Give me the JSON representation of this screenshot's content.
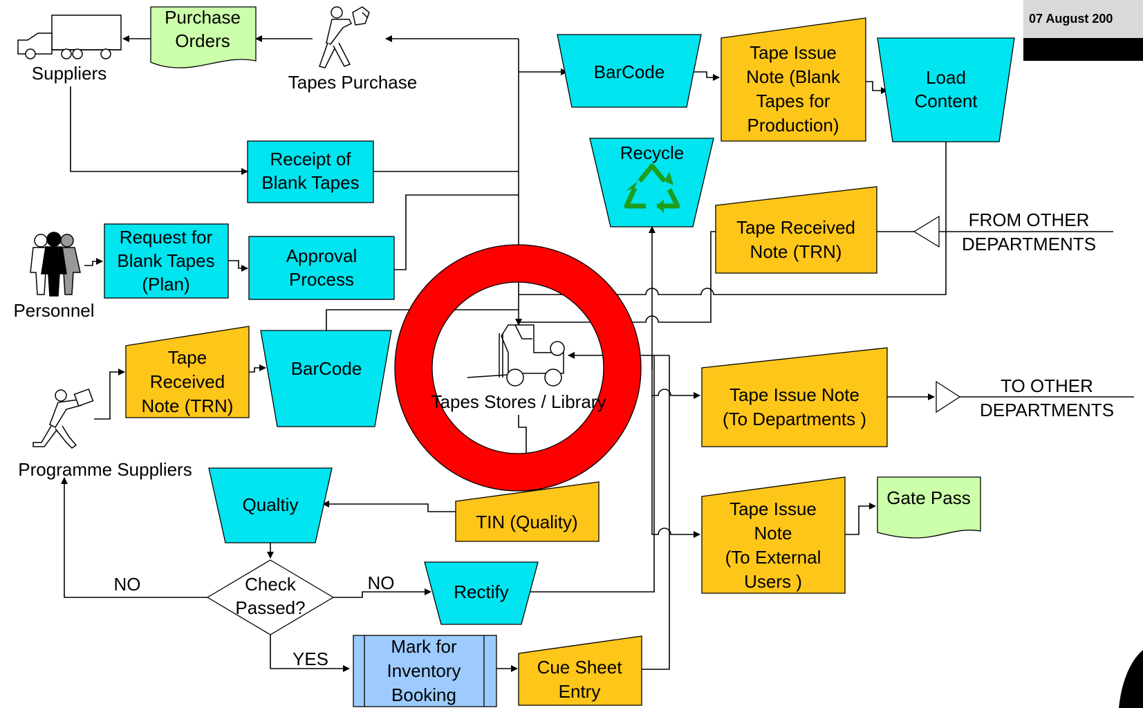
{
  "date": "07 August 200",
  "actors": {
    "suppliers": "Suppliers",
    "tapes_purchase": "Tapes Purchase",
    "personnel": "Personnel",
    "programme_suppliers": "Programme Suppliers"
  },
  "documents": {
    "purchase_orders": [
      "Purchase",
      "Orders"
    ],
    "gate_pass": "Gate Pass"
  },
  "processes": {
    "barcode_top": "BarCode",
    "tape_issue_note_production": [
      "Tape Issue",
      "Note (Blank",
      "Tapes for",
      "Production)"
    ],
    "load_content": [
      "Load",
      "Content"
    ],
    "receipt_blank_tapes": [
      "Receipt of",
      "Blank Tapes"
    ],
    "recycle": "Recycle",
    "tape_received_note_top": [
      "Tape Received",
      "Note (TRN)"
    ],
    "request_blank_tapes": [
      "Request for",
      "Blank Tapes",
      "(Plan)"
    ],
    "approval_process": [
      "Approval",
      "Process"
    ],
    "tape_received_note_left": [
      "Tape",
      "Received",
      "Note (TRN)"
    ],
    "barcode_mid": "BarCode",
    "tapes_stores": "Tapes Stores / Library",
    "tape_issue_note_departments": [
      "Tape Issue Note",
      "(To Departments )"
    ],
    "tape_issue_note_external": [
      "Tape Issue",
      "Note",
      "(To External",
      "Users )"
    ],
    "quality": "Qualtiy",
    "tin_quality": "TIN (Quality)",
    "check_passed": [
      "Check",
      "Passed?"
    ],
    "rectify": "Rectify",
    "mark_inventory": [
      "Mark for",
      "Inventory",
      "Booking"
    ],
    "cue_sheet_entry": [
      "Cue Sheet",
      "Entry"
    ]
  },
  "connectors": {
    "from_other": [
      "FROM OTHER",
      "DEPARTMENTS"
    ],
    "to_other": [
      "TO OTHER",
      "DEPARTMENTS"
    ]
  },
  "edge_labels": {
    "no_left": "NO",
    "no_right": "NO",
    "yes": "YES"
  },
  "colors": {
    "process_cyan": "#00e5ef",
    "note_orange": "#ffc61a",
    "document_green": "#ccffaa",
    "predefined_blue": "#9dcbff",
    "ring_red": "#ff0000",
    "recycle_green": "#1e9e1e"
  },
  "icons": [
    "truck-icon",
    "person-carrying-money-icon",
    "people-group-icon",
    "person-carrying-box-icon",
    "forklift-icon",
    "recycle-icon"
  ]
}
